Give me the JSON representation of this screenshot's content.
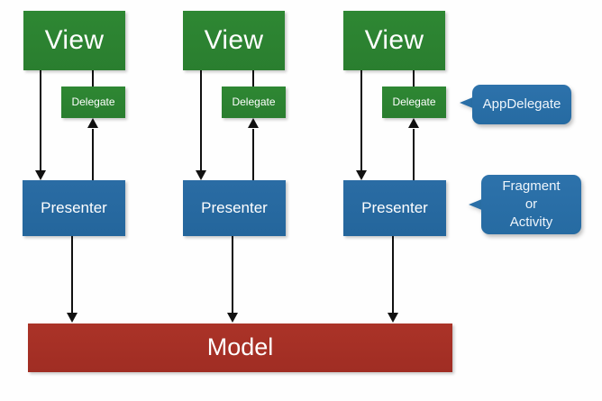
{
  "diagram": {
    "title": "MVP architecture diagram",
    "background_color": "#fefefe",
    "colors": {
      "view": "#2d8431",
      "delegate": "#2d8431",
      "presenter": "#27689f",
      "model": "#a73126",
      "callout": "#2a6fa7",
      "connector": "#111111",
      "label_text": "#ffffff"
    },
    "columns": [
      {
        "view_label": "View",
        "delegate_label": "Delegate",
        "presenter_label": "Presenter"
      },
      {
        "view_label": "View",
        "delegate_label": "Delegate",
        "presenter_label": "Presenter"
      },
      {
        "view_label": "View",
        "delegate_label": "Delegate",
        "presenter_label": "Presenter"
      }
    ],
    "model_label": "Model",
    "callouts": [
      {
        "name": "app-delegate-callout",
        "lines": [
          "AppDelegate"
        ],
        "text": "AppDelegate"
      },
      {
        "name": "fragment-activity-callout",
        "lines": [
          "Fragment",
          "or",
          "Activity"
        ],
        "text": "Fragment or Activity"
      }
    ],
    "connections": [
      {
        "from": "View",
        "to": "Presenter",
        "arrow": "down"
      },
      {
        "from": "View",
        "to": "Delegate",
        "arrow": "none"
      },
      {
        "from": "Presenter",
        "to": "Delegate",
        "arrow": "up"
      },
      {
        "from": "Presenter",
        "to": "Model",
        "arrow": "down"
      }
    ]
  }
}
